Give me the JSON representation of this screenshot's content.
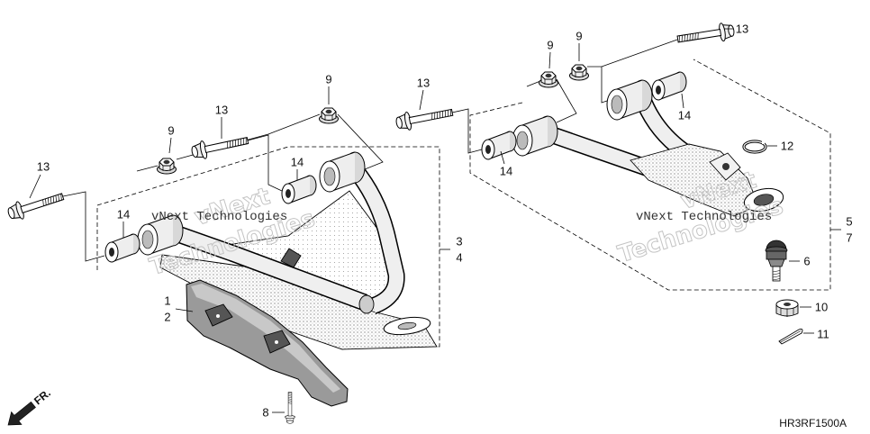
{
  "diagram": {
    "code": "HR3RF1500A",
    "direction": "FR.",
    "colors": {
      "line": "#000000",
      "part_fill": "#eeeeee",
      "watermark": "#c4c4c4"
    },
    "watermarks": {
      "left_caption": "vNext Technologies",
      "left_line1": "vNext",
      "left_line2": "Technologies",
      "right_caption": "vNext Technologies",
      "right_line1": "vNext",
      "right_line2": "Technologies"
    },
    "callouts": {
      "bolt_left_outer": "13",
      "bushing_left_outer": "14",
      "nut_left_front": "9",
      "bolt_left_inner": "13",
      "bushing_left_inner": "14",
      "nut_left_rear": "9",
      "lower_arm_a": "3",
      "lower_arm_b": "4",
      "guard_a": "1",
      "guard_b": "2",
      "guard_bolt": "8",
      "bolt_right_front": "13",
      "nut_right_a": "9",
      "nut_right_b": "9",
      "bolt_right_rear": "13",
      "bushing_right_rear": "14",
      "bushing_right_front": "14",
      "circlip": "12",
      "upper_arm_a": "5",
      "upper_arm_b": "7",
      "ball_joint": "6",
      "castle_nut": "10",
      "cotter_pin": "11"
    }
  }
}
